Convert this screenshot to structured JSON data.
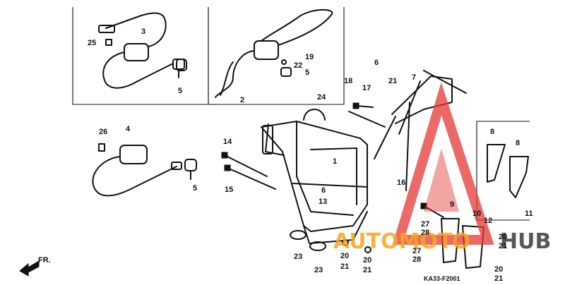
{
  "labels": {
    "l3": "3",
    "l25": "25",
    "l5a": "5",
    "l19": "19",
    "l22": "22",
    "l5b": "5",
    "l2": "2",
    "l6a": "6",
    "l7": "7",
    "l18": "18",
    "l17": "17",
    "l21a": "21",
    "l24": "24",
    "l26": "26",
    "l4": "4",
    "l14": "14",
    "l15": "15",
    "l5c": "5",
    "l1": "1",
    "l6b": "6",
    "l13": "13",
    "l16": "16",
    "l8a": "8",
    "l8b": "8",
    "l9": "9",
    "l10": "10",
    "l11": "11",
    "l12": "12",
    "l27a": "27",
    "l28a": "28",
    "l27b": "27",
    "l28b": "28",
    "l23a": "23",
    "l23b": "23",
    "l20a": "20",
    "l21b": "21",
    "l20b": "20",
    "l21c": "21",
    "l20c": "20",
    "l21d": "21",
    "l20d": "20",
    "l21e": "21"
  },
  "direction_label": "FR.",
  "diagram_code": "KA33-F2001",
  "watermark": {
    "part1": "AUTOMOTO",
    "part2": "HUB",
    "color_orange": "#f5a623",
    "color_red": "#e53935",
    "color_dark": "#3a3a3a"
  }
}
